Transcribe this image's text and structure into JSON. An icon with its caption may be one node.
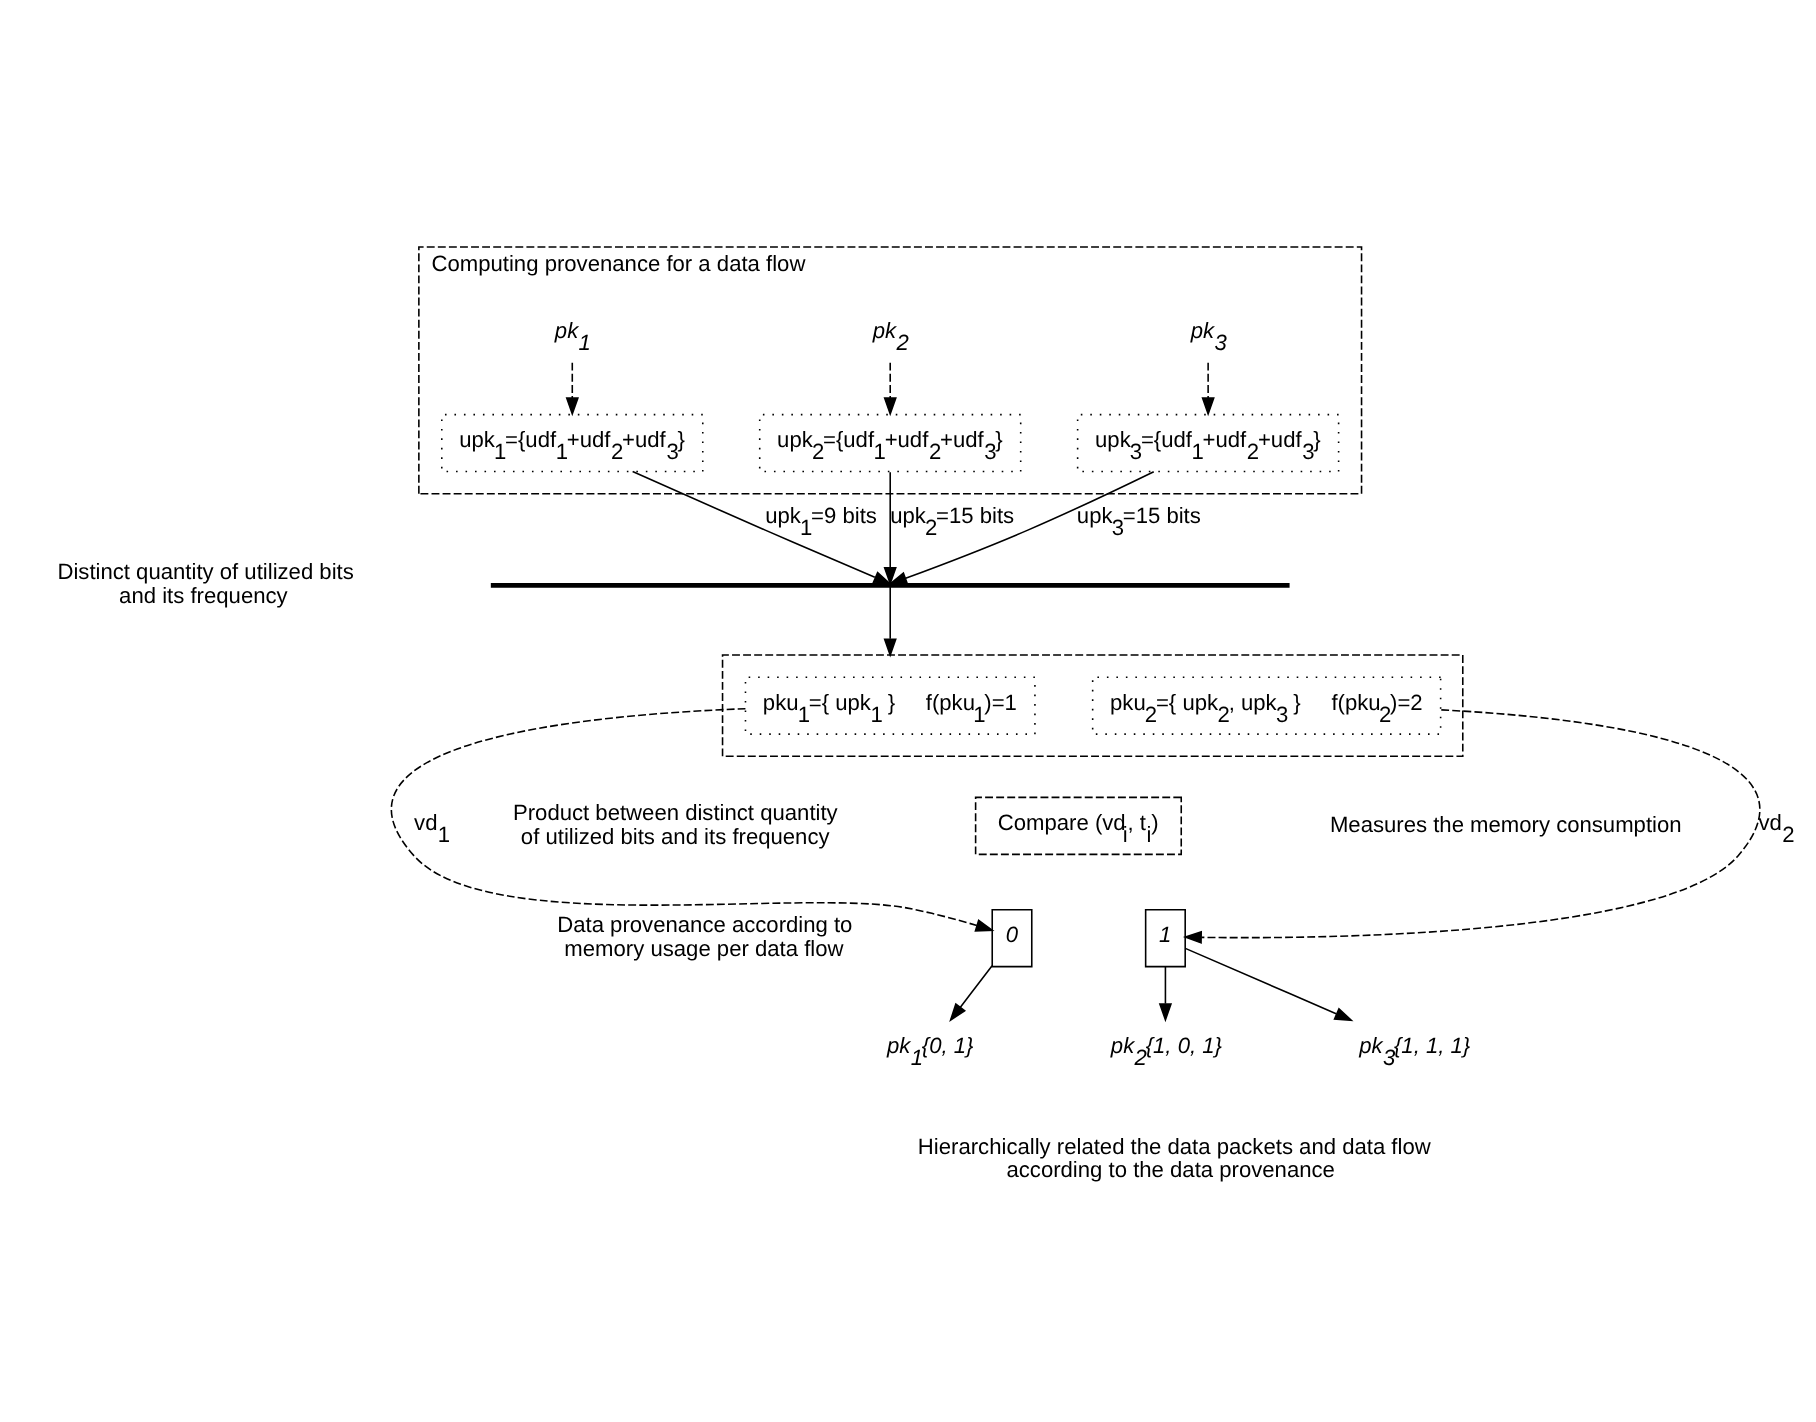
{
  "diagram": {
    "nodes": [
      {
        "text": [
          "Computing provenance for a data flow"
        ]
      },
      {
        "text": [
          "pk$_{1}$"
        ],
        "in": 0
      },
      {
        "text": [
          "upk$_{1}$={udf$_{1}$+udf$_{2}$+udf$_{3}$}"
        ],
        "in": 0
      },
      {
        "text": [
          "pk$_{2}$"
        ],
        "in": 0
      },
      {
        "text": [
          "upk$_{2}$={udf$_{1}$+udf$_{2}$+udf$_{3}$}"
        ],
        "in": 0
      },
      {
        "text": [
          "pk$_{3}$"
        ],
        "in": 0
      },
      {
        "text": [
          "upk$_{3}$={udf$_{1}$+udf$_{2}$+udf$_{3}$}"
        ],
        "in": 0
      },
      {
        "text": [],
        "shape": "bar"
      },
      {
        "text": [],
        "shape": "box"
      },
      {
        "text": [
          "pku$_{1}$={ upk$_{1}$ }",
          "f(pku$_{1}$)=1"
        ],
        "in": 8
      },
      {
        "text": [
          "pku$_{2}$={ upk$_{2}$, upk$_{3}$ }",
          "f(pku$_{2}$)=2"
        ],
        "in": 8
      },
      {
        "text": [
          "Compare (vd$_{i}$, t$_{i}$)"
        ]
      },
      {
        "text": [
          "0"
        ]
      },
      {
        "text": [
          "1"
        ]
      },
      {
        "text": [
          "pk$_{1}${0, 1}"
        ]
      },
      {
        "text": [
          "pk$_{2}${1, 0, 1}"
        ]
      },
      {
        "text": [
          "pk$_{3}${1, 1, 1}"
        ]
      }
    ],
    "edges": [
      {
        "from": 1,
        "to": 2,
        "arrow": "to",
        "style": "dashed"
      },
      {
        "from": 3,
        "to": 4,
        "arrow": "to",
        "style": "dashed"
      },
      {
        "from": 5,
        "to": 6,
        "arrow": "to",
        "style": "dashed"
      },
      {
        "from": 2,
        "to": 7,
        "arrow": "to",
        "label": "upk$_{1}$=9 bits"
      },
      {
        "from": 4,
        "to": 7,
        "arrow": "to",
        "label": "upk$_{2}$=15 bits"
      },
      {
        "from": 6,
        "to": 7,
        "arrow": "to",
        "label": "upk$_{3}$=15 bits"
      },
      {
        "from": 7,
        "to": 8,
        "arrow": "to"
      },
      {
        "from": 9,
        "to": 12,
        "arrow": "to",
        "style": "dashed",
        "label": "vd$_{1}$"
      },
      {
        "from": 10,
        "to": 13,
        "arrow": "to",
        "style": "dashed",
        "label": "vd$_{2}$"
      },
      {
        "from": 12,
        "to": 14,
        "arrow": "to"
      },
      {
        "from": 13,
        "to": 15,
        "arrow": "to"
      },
      {
        "from": 13,
        "to": 16,
        "arrow": "to"
      }
    ],
    "labels": [
      "Distinct quantity of utilized bits and its frequency",
      "Product between distinct quantity of utilized bits and its frequency",
      "Measures the memory consumption",
      "Data provenance according to memory usage per data flow",
      "Hierarchically related the data packets and data flow according to the data provenance"
    ]
  }
}
